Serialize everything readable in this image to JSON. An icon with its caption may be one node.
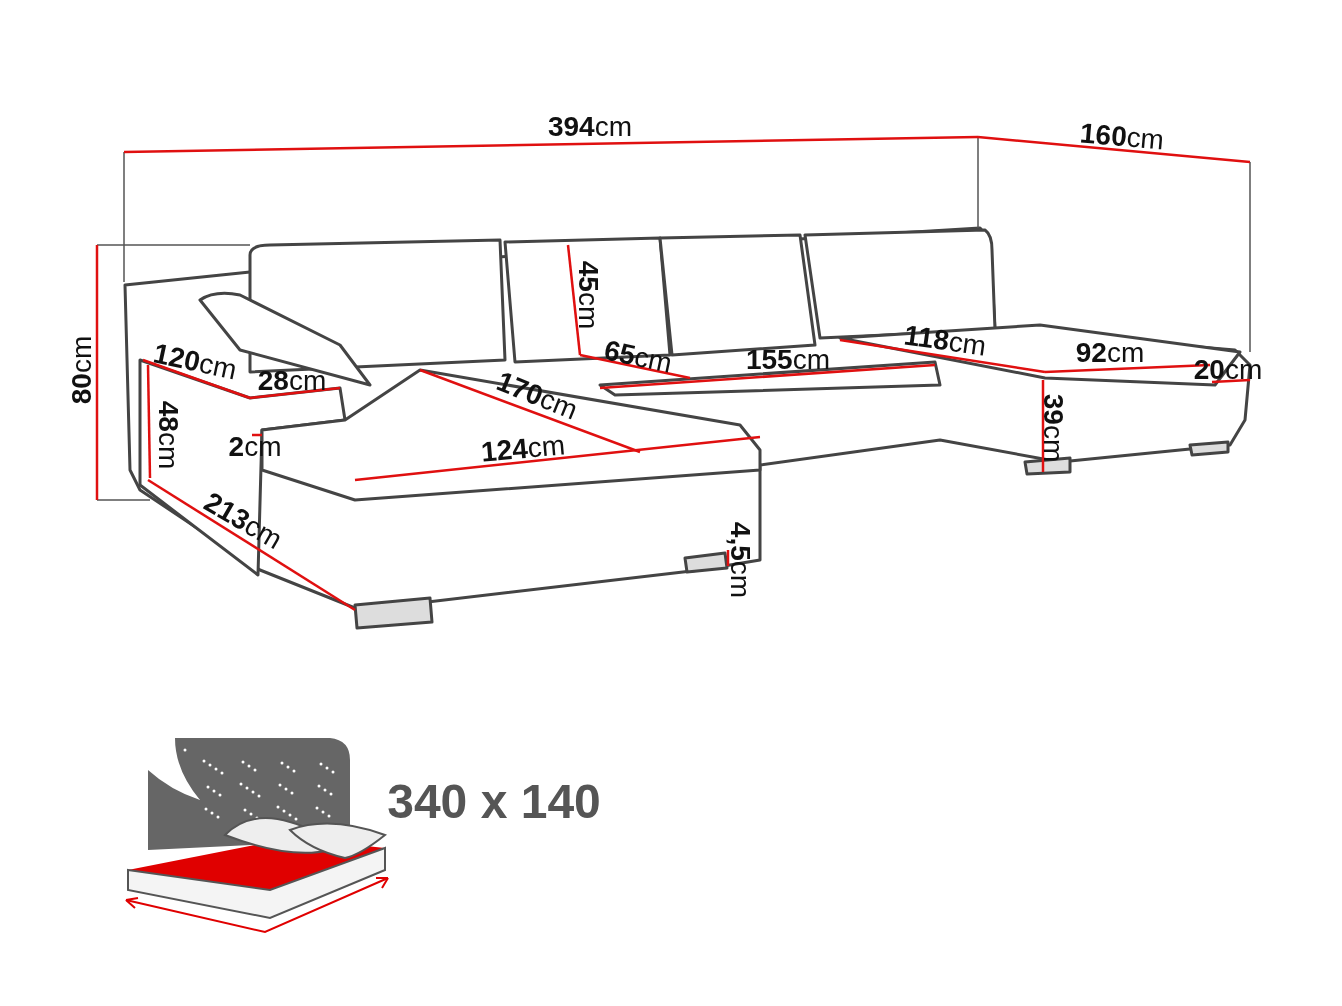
{
  "diagram": {
    "labels": [
      "**394**cm",
      "**160**cm",
      "**45**cm",
      "**80**cm",
      "**120**cm",
      "**28**cm",
      "**65**cm",
      "**155**cm",
      "**118**cm",
      "**92**cm",
      "**20**cm",
      "**170**cm",
      "**48**cm",
      "**2**cm",
      "**124**cm",
      "**39**cm",
      "**213**cm",
      "**4,5**cm",
      "340 x 140"
    ]
  }
}
